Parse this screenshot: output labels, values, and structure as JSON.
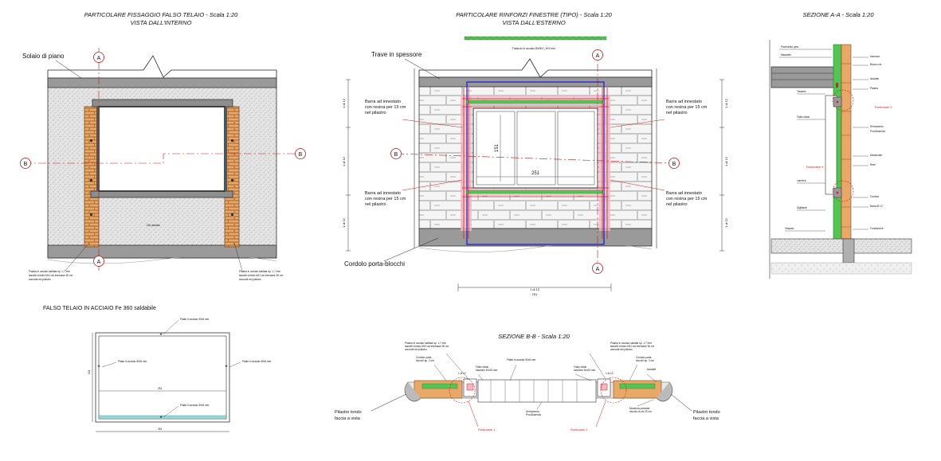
{
  "titles": {
    "fissaggio": "PARTICOLARE FISSAGGIO FALSO TELAIO  -  Scala 1:20",
    "fissaggio_sub": "VISTA DALL'INTERNO",
    "rinforzi": "PARTICOLARE RINFORZI FINESTRE (TIPO)  -  Scala 1:20",
    "rinforzi_sub": "VISTA DALL'ESTERNO",
    "sezione_aa": "SEZIONE A-A  -  Scala 1:20",
    "falso_telaio": "FALSO TELAIO IN ACCIAIO Fe 360 saldabile",
    "sezione_bb": "SEZIONE B-B  -  Scala 1:20"
  },
  "labels": {
    "solaio": "Solaio di piano",
    "trave": "Trave in spessore",
    "cordolo": "Cordolo porta-blocchi",
    "barra_1": "Barra ad innestato con resina per 15 cm nel pilastro",
    "pilastro_sx": "Pilastro tondo faccia a vista",
    "pilastro_dx": "Pilastro tondo faccia a vista",
    "dim_251": "251",
    "dim_151": "151",
    "particolare_1": "Particolare 1",
    "particolare_2": "Particolare 2",
    "particolare_3": "Particolare 3",
    "particolare_4": "Particolare 4"
  },
  "markers": {
    "a": "A",
    "b": "B"
  },
  "colors": {
    "brick": "#e8a868",
    "brick_dark": "#a0602c",
    "red": "#d81e1e",
    "blue": "#1a1ad0",
    "pink": "#f2b7c4",
    "green": "#55c455",
    "cyan": "#9ad8d8",
    "grey": "#b0b0b0"
  }
}
